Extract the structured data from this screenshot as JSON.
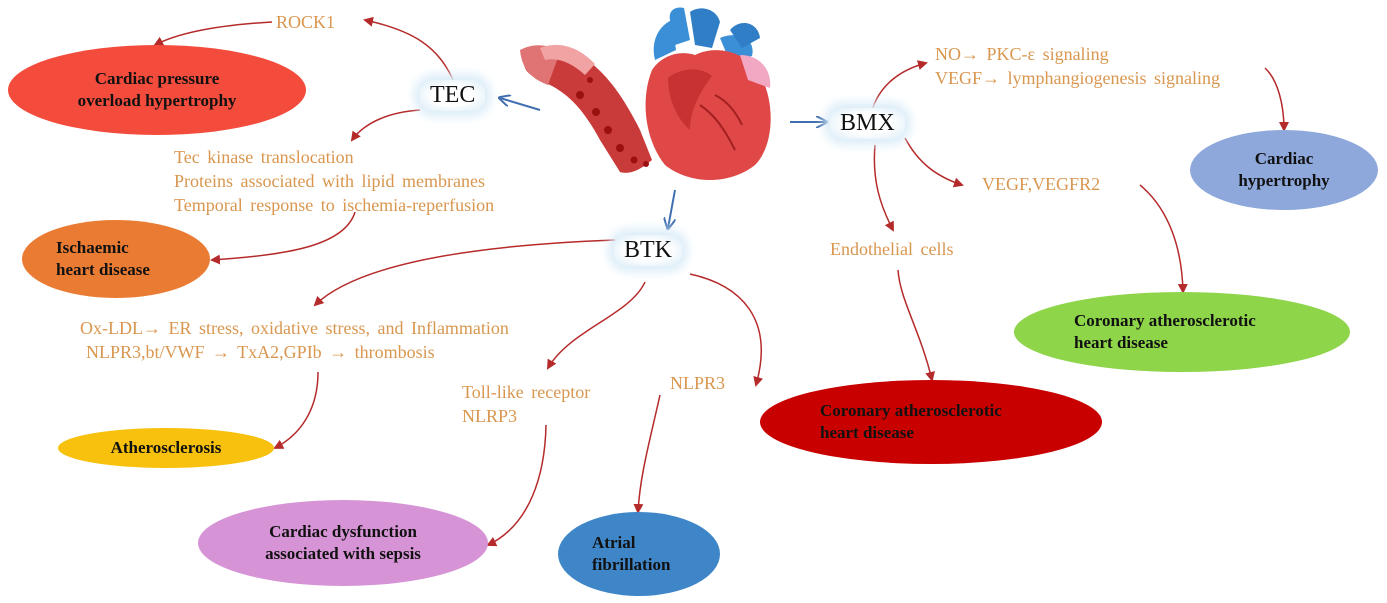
{
  "hubs": {
    "tec": "TEC",
    "btk": "BTK",
    "bmx": "BMX"
  },
  "notes": {
    "rock1": "ROCK1",
    "tec_mech": [
      "Tec kinase translocation",
      "Proteins associated with lipid membranes",
      "Temporal response to ischemia-reperfusion"
    ],
    "btk_athero": [
      "Ox-LDL→ ER stress, oxidative stress, and Inflammation",
      "NLPR3,bt/VWF → TxA2,GPIb → thrombosis"
    ],
    "btk_sepsis": [
      "Toll-like receptor",
      "NLRP3"
    ],
    "btk_af": "NLPR3",
    "bmx_signal": [
      "NO→ PKC-ε signaling",
      "VEGF→ lymphangiogenesis signaling"
    ],
    "bmx_vegf": "VEGF,VEGFR2",
    "bmx_endo": "Endothelial cells"
  },
  "diseases": {
    "cardiac_pressure": [
      "Cardiac pressure",
      "overload hypertrophy"
    ],
    "ischaemic": [
      "Ischaemic",
      "heart disease"
    ],
    "atherosclerosis": [
      "Atherosclerosis"
    ],
    "sepsis": [
      "Cardiac dysfunction",
      "associated with sepsis"
    ],
    "af": [
      "Atrial",
      "fibrillation"
    ],
    "cad_red": [
      "Coronary atherosclerotic",
      "heart disease"
    ],
    "cad_green": [
      "Coronary atherosclerotic",
      "heart disease"
    ],
    "cardiac_hypertrophy": [
      "Cardiac",
      "hypertrophy"
    ]
  },
  "colors": {
    "cardiac_pressure": "#f44c3c",
    "ischaemic": "#ea7b33",
    "atherosclerosis": "#f7c10d",
    "sepsis": "#d694d6",
    "af": "#3f86c9",
    "cad_red": "#c90000",
    "cad_green": "#8ed54a",
    "cardiac_hypertrophy": "#8ea8dc",
    "note_text": "#d9964f",
    "red_arrow": "#b52a2a",
    "blue_arrow": "#3f6fb0"
  },
  "icons": [
    "heart-icon",
    "blood-vessel-icon"
  ]
}
